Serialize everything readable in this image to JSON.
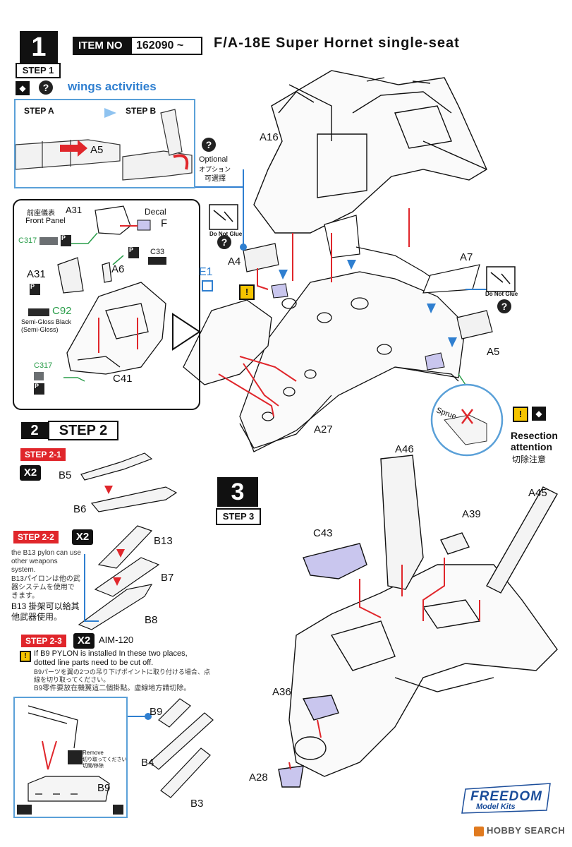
{
  "header": {
    "step_number": "1",
    "item_no_label": "ITEM NO",
    "item_no_value": "162090 ~",
    "title": "F/A-18E Super Hornet single-seat"
  },
  "step1": {
    "label": "STEP 1",
    "wings_text": "wings activities",
    "step_a": "STEP A",
    "step_b": "STEP B",
    "part_a5": "A5",
    "optional_en": "Optional",
    "optional_jp": "オプション",
    "optional_cn": "可選擇",
    "front_panel_cjk": "前座儀表",
    "front_panel_part": "A31",
    "front_panel_en": "Front Panel",
    "decal_label": "Decal",
    "decal_part": "F",
    "c317_top": "C317",
    "c33": "C33",
    "a6": "A6",
    "a31_left": "A31",
    "c92": "C92",
    "semi_gloss_1": "Semi-Gloss Black",
    "semi_gloss_2": "(Semi-Gloss)",
    "c317_bottom": "C317",
    "c41": "C41",
    "a16": "A16",
    "do_not_glue_1": "Do Not Glue",
    "a4": "A4",
    "e1": "E1",
    "a7": "A7",
    "do_not_glue_2": "Do Not Glue",
    "a5_right": "A5",
    "a27": "A27",
    "sprue": "Sprue",
    "resection_1": "Resection",
    "resection_2": "attention",
    "resection_cjk": "切除注意"
  },
  "step2": {
    "number": "2",
    "label": "STEP 2",
    "s21": "STEP 2-1",
    "x21": "X2",
    "b5": "B5",
    "b6": "B6",
    "s22": "STEP 2-2",
    "x22": "X2",
    "b13": "B13",
    "b13_note_en": "the B13 pylon can use other weapons system.",
    "b13_note_jp": "B13パイロンは他の武器システムを使用できます。",
    "b13_note_cn": "B13 掛架可以給其他武器使用。",
    "b7": "B7",
    "b8": "B8",
    "s23": "STEP 2-3",
    "x23": "X2",
    "aim": "AIM-120",
    "b9_note_en": "If B9 PYLON is installed In these two places, dotted line parts need to be cut off.",
    "b9_note_jp": "B9パーツを翼の2つの吊り下げポイントに取り付ける場合、点線を切り取ってください。",
    "b9_note_cn": "B9零件要放在機翼這二個掛點。虛線地方請切除。",
    "remove_en": "Remove",
    "remove_jp": "切り取ってください",
    "remove_cn": "切開/移除",
    "b9_left": "B9",
    "b9_right": "B9",
    "b4": "B4",
    "b3": "B3"
  },
  "step3": {
    "number": "3",
    "label": "STEP 3",
    "a46": "A46",
    "a45": "A45",
    "a39": "A39",
    "c43": "C43",
    "a36": "A36",
    "a28": "A28"
  },
  "footer": {
    "brand_1": "FREEDOM",
    "brand_2": "Model Kits",
    "watermark": "HOBBY SEARCH"
  },
  "colors": {
    "accent_blue": "#2f7fd0",
    "accent_red": "#e0262b",
    "warn_yellow": "#f5c400",
    "part_lavender": "#c9c6ee",
    "c317_gray": "#6b6f72"
  }
}
